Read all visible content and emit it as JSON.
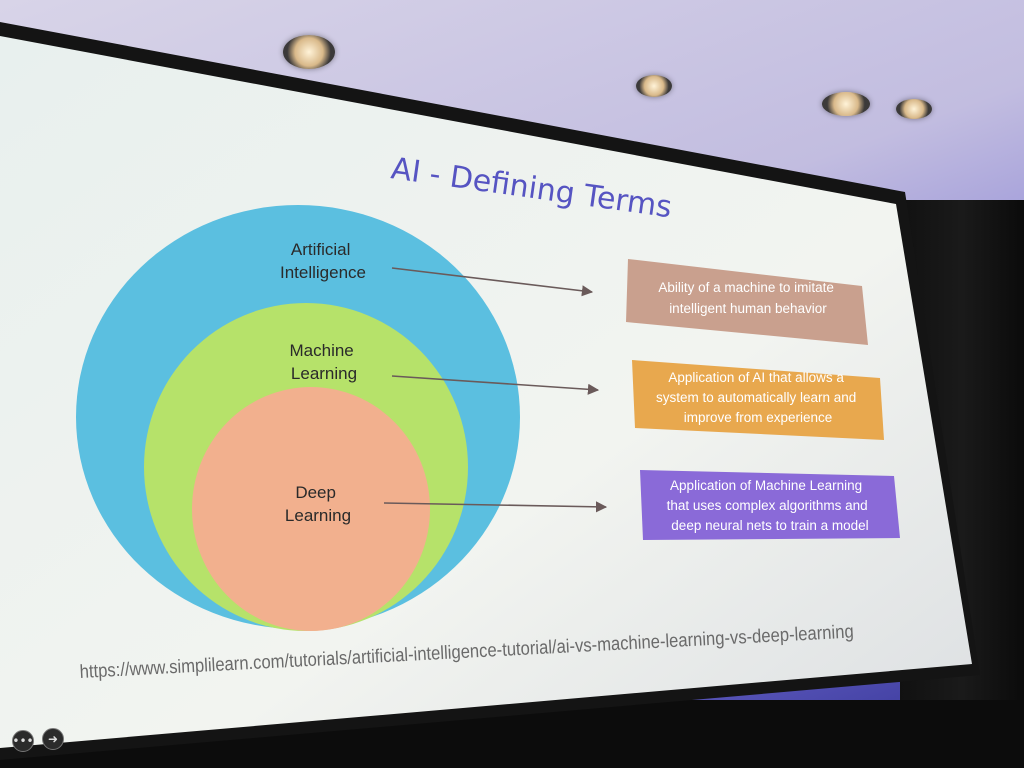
{
  "slide": {
    "title": "AI - Defining Terms",
    "url": "https://www.simplilearn.com/tutorials/artificial-intelligence-tutorial/ai-vs-machine-learning-vs-deep-learning"
  },
  "diagram": {
    "circles": [
      {
        "label_lines": [
          "Artificial",
          "Intelligence"
        ],
        "color": "#5bbfe0"
      },
      {
        "label_lines": [
          "Machine",
          "Learning"
        ],
        "color": "#b6e26a"
      },
      {
        "label_lines": [
          "Deep",
          "Learning"
        ],
        "color": "#f2b08e"
      }
    ],
    "definitions": [
      {
        "lines": [
          "Ability of a machine to imitate",
          "intelligent human behavior"
        ],
        "color": "#c9a08e"
      },
      {
        "lines": [
          "Application of AI that allows a",
          "system to automatically learn and",
          "improve from experience"
        ],
        "color": "#e8a84e"
      },
      {
        "lines": [
          "Application of Machine Learning",
          "that uses complex algorithms and",
          "deep neural nets to train a model"
        ],
        "color": "#8a6ad8"
      }
    ],
    "arrow_color": "#6a5a5a"
  },
  "controls": {
    "more_icon": "more-icon",
    "next_icon": "arrow-right-icon"
  }
}
